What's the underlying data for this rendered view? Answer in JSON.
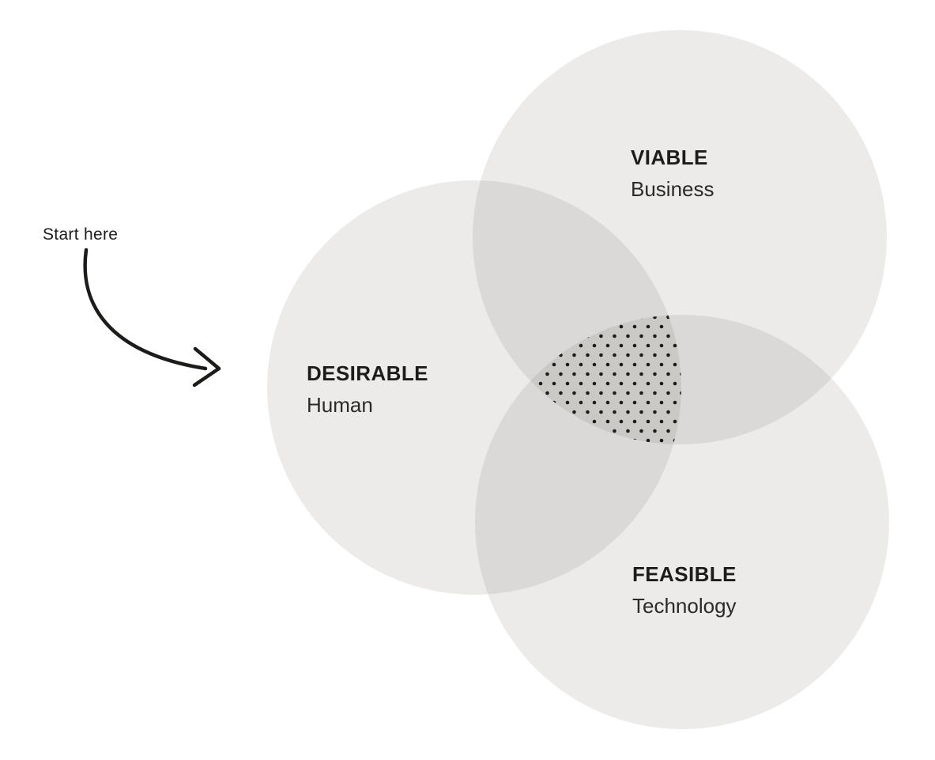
{
  "annotation": {
    "label": "Start here"
  },
  "venn": {
    "circles": [
      {
        "key": "desirable",
        "title": "DESIRABLE",
        "subtitle": "Human"
      },
      {
        "key": "viable",
        "title": "VIABLE",
        "subtitle": "Business"
      },
      {
        "key": "feasible",
        "title": "FEASIBLE",
        "subtitle": "Technology"
      }
    ],
    "colors": {
      "background": "#ffffff",
      "circle_gray": "#ecebea",
      "overlap_gray": "#dbd9d7",
      "dot_color": "#1d1c1a",
      "text_color": "#1d1c1a",
      "arrow_color": "#1d1c1a"
    }
  }
}
